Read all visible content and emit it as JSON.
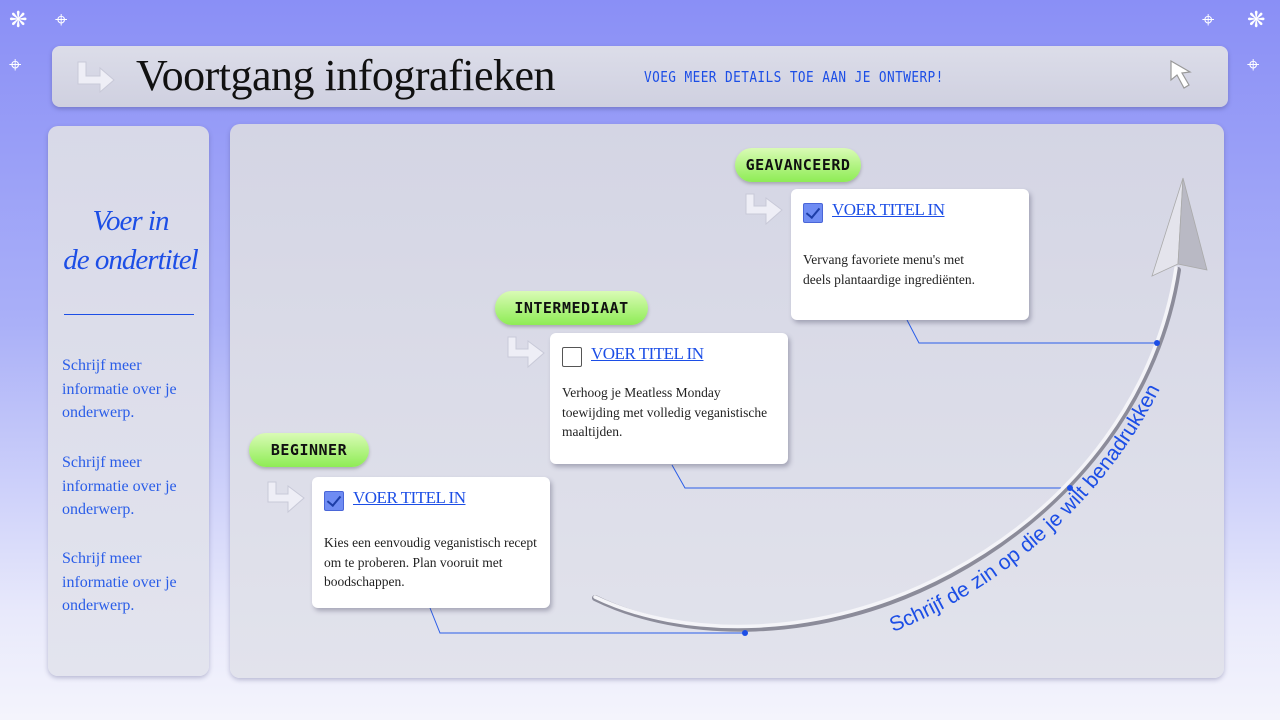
{
  "header": {
    "title": "Voortgang infografieken",
    "tagline": "VOEG MEER DETAILS TOE AAN JE ONTWERP!"
  },
  "sidebar": {
    "subtitle_line1": "Voer in",
    "subtitle_line2": "de ondertitel",
    "items": [
      "Schrijf meer informatie over je onderwerp.",
      "Schrijf meer informatie over je onderwerp.",
      "Schrijf meer informatie over je onderwerp."
    ]
  },
  "steps": [
    {
      "level": "BEGINNER",
      "title": "VOER TITEL IN",
      "checked": true,
      "description": "Kies een eenvoudig veganistisch recept om te proberen. Plan vooruit met boodschappen."
    },
    {
      "level": "INTERMEDIAAT",
      "title": "VOER TITEL IN",
      "checked": false,
      "description": "Verhoog je Meatless Monday toewijding met volledig veganistische maaltijden."
    },
    {
      "level": "GEAVANCEERD",
      "title": "VOER TITEL IN",
      "checked": true,
      "description": "Vervang favoriete menu's met deels plantaardige ingrediënten."
    }
  ],
  "emphasis": "Schrijf de zin op die je wilt benadrukken",
  "colors": {
    "accent": "#1c4ee6",
    "pill": "#8eec55",
    "checkbox": "#6f8cf3"
  }
}
